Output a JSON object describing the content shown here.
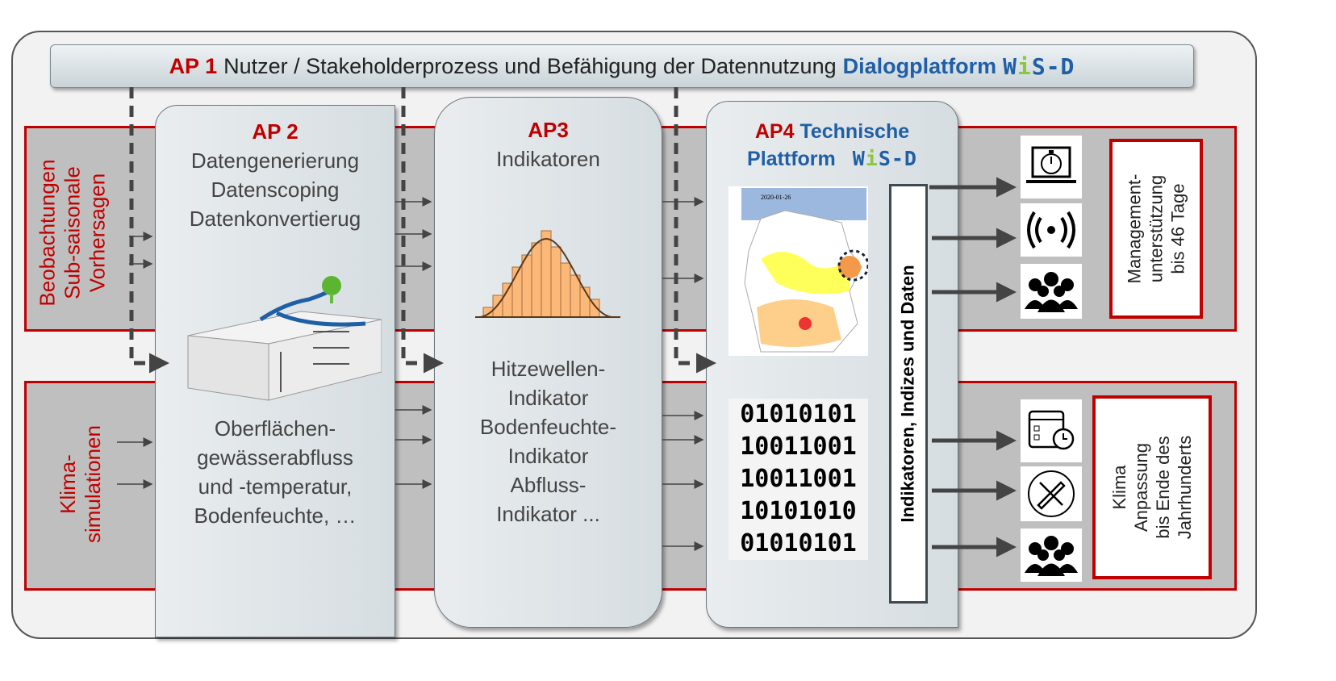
{
  "banner": {
    "ap": "AP 1",
    "text": "Nutzer / Stakeholderprozess und Befähigung der Datennutzung",
    "platform": "Dialogplatform",
    "logo": "WiS-D"
  },
  "bands": {
    "upper_label": "Beobachtungen\nSub-saisonale\nVorhersagen",
    "lower_label": "Klima-\nsimulationen"
  },
  "ap2": {
    "title": "AP 2",
    "lines": [
      "Datengenerierung",
      "Datenscoping",
      "Datenkonvertierug"
    ],
    "outputs": [
      "Oberflächen-",
      "gewässerabfluss",
      "und -temperatur,",
      "Bodenfeuchte, …"
    ]
  },
  "ap3": {
    "title": "AP3",
    "subtitle": "Indikatoren",
    "indicators": [
      "Hitzewellen-",
      "Indikator",
      "Bodenfeuchte-",
      "Indikator",
      "Abfluss-",
      "Indikator ..."
    ]
  },
  "ap4": {
    "title": "AP4",
    "title_blue_1": "Technische",
    "title_blue_2": "Plattform",
    "logo": "WiS-D",
    "map_date": "2020-01-26",
    "binary_rows": [
      "01010101",
      "10011001",
      "10011001",
      "10101010",
      "01010101"
    ]
  },
  "vertical_box": "Indikatoren, Indizes und Daten",
  "right_upper": {
    "icons": [
      "laptop-stopwatch-icon",
      "broadcast-icon",
      "people-group-icon"
    ],
    "text": "Management-\nunterstützung\nbis 46 Tage"
  },
  "right_lower": {
    "icons": [
      "dashboard-clock-icon",
      "pencil-ruler-icon",
      "people-group-icon"
    ],
    "text": "Klima\nAnpassung\nbis Ende des\nJahrhunderts"
  },
  "colors": {
    "red": "#c00000",
    "blue": "#1f5fa6",
    "band": "#bfbfbf",
    "logo_green": "#8dc63f"
  }
}
